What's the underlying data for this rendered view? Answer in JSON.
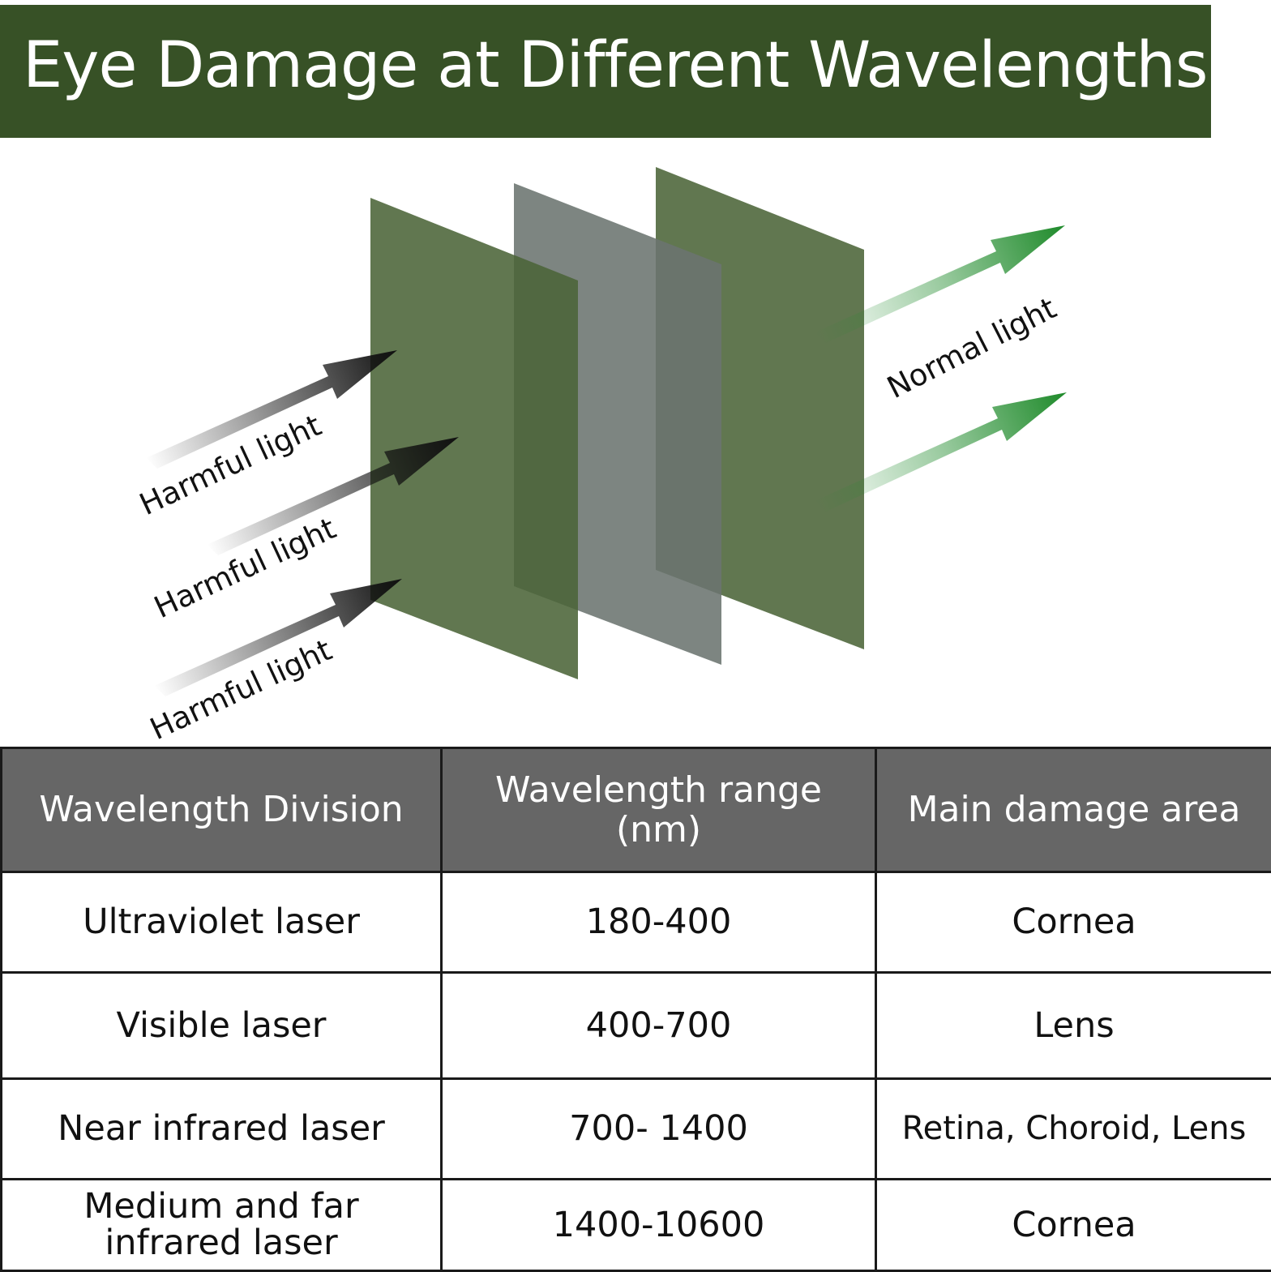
{
  "title": "Eye Damage at Different Wavelengths",
  "colors": {
    "banner": "#375126",
    "panel_green": "#4b6438",
    "panel_gray": "#6b7470",
    "header_gray": "#666666",
    "normal_arrow": "#1e8a2a",
    "harmful_arrow": "#111111"
  },
  "diagram": {
    "harmful_labels": [
      "Harmful light",
      "Harmful light",
      "Harmful light"
    ],
    "normal_label": "Normal light"
  },
  "table": {
    "headers": [
      "Wavelength Division",
      "Wavelength range (nm)",
      "Main damage area"
    ],
    "rows": [
      [
        "Ultraviolet laser",
        "180-400",
        "Cornea"
      ],
      [
        "Visible laser",
        "400-700",
        "Lens"
      ],
      [
        "Near infrared laser",
        "700- 1400",
        "Retina, Choroid, Lens"
      ],
      [
        "Medium and far infrared laser",
        "1400-10600",
        "Cornea"
      ]
    ]
  }
}
